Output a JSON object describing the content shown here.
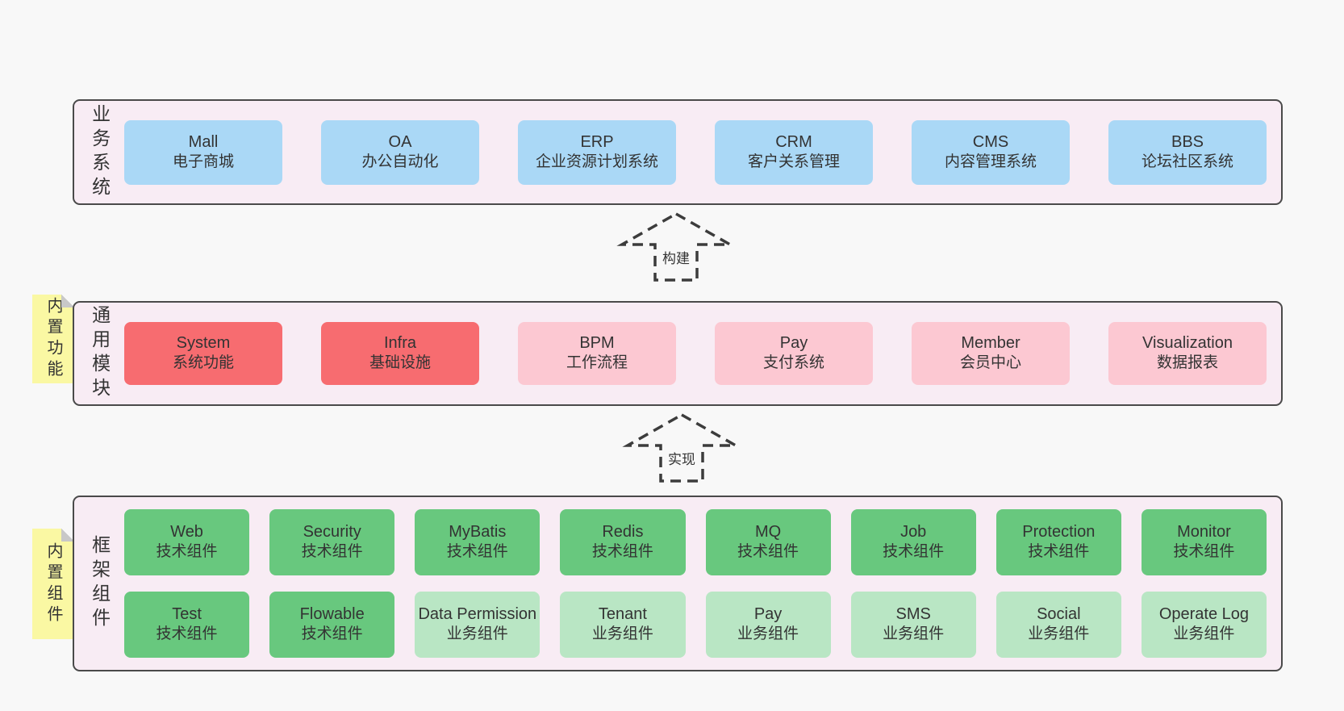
{
  "colors": {
    "page_bg": "#f8f8f8",
    "band_bg": "#f8ecf4",
    "band_border": "#4a4a4a",
    "arrow_stroke": "#3c3c3c",
    "sticky_bg": "#faf8a3",
    "sticky_fold": "#c8c8c8",
    "text": "#333333",
    "blue": "#aad8f6",
    "red": "#f76c70",
    "pink": "#fcc8d2",
    "green": "#68c87e",
    "green_light": "#b9e6c4"
  },
  "arrows": [
    {
      "label": "构建"
    },
    {
      "label": "实现"
    }
  ],
  "bands": [
    {
      "id": "business-systems",
      "label": "业务系统",
      "sticky": null,
      "rows": [
        [
          {
            "name": "Mall",
            "desc": "电子商城",
            "type": "blue"
          },
          {
            "name": "OA",
            "desc": "办公自动化",
            "type": "blue"
          },
          {
            "name": "ERP",
            "desc": "企业资源计划系统",
            "type": "blue"
          },
          {
            "name": "CRM",
            "desc": "客户关系管理",
            "type": "blue"
          },
          {
            "name": "CMS",
            "desc": "内容管理系统",
            "type": "blue"
          },
          {
            "name": "BBS",
            "desc": "论坛社区系统",
            "type": "blue"
          }
        ]
      ]
    },
    {
      "id": "common-modules",
      "label": "通用模块",
      "sticky": "内置功能",
      "rows": [
        [
          {
            "name": "System",
            "desc": "系统功能",
            "type": "red"
          },
          {
            "name": "Infra",
            "desc": "基础设施",
            "type": "red"
          },
          {
            "name": "BPM",
            "desc": "工作流程",
            "type": "pink"
          },
          {
            "name": "Pay",
            "desc": "支付系统",
            "type": "pink"
          },
          {
            "name": "Member",
            "desc": "会员中心",
            "type": "pink"
          },
          {
            "name": "Visualization",
            "desc": "数据报表",
            "type": "pink"
          }
        ]
      ]
    },
    {
      "id": "framework-components",
      "label": "框架组件",
      "sticky": "内置组件",
      "rows": [
        [
          {
            "name": "Web",
            "desc": "技术组件",
            "type": "green"
          },
          {
            "name": "Security",
            "desc": "技术组件",
            "type": "green"
          },
          {
            "name": "MyBatis",
            "desc": "技术组件",
            "type": "green"
          },
          {
            "name": "Redis",
            "desc": "技术组件",
            "type": "green"
          },
          {
            "name": "MQ",
            "desc": "技术组件",
            "type": "green"
          },
          {
            "name": "Job",
            "desc": "技术组件",
            "type": "green"
          },
          {
            "name": "Protection",
            "desc": "技术组件",
            "type": "green"
          },
          {
            "name": "Monitor",
            "desc": "技术组件",
            "type": "green"
          }
        ],
        [
          {
            "name": "Test",
            "desc": "技术组件",
            "type": "green"
          },
          {
            "name": "Flowable",
            "desc": "技术组件",
            "type": "green"
          },
          {
            "name": "Data Permission",
            "desc": "业务组件",
            "type": "green_light"
          },
          {
            "name": "Tenant",
            "desc": "业务组件",
            "type": "green_light"
          },
          {
            "name": "Pay",
            "desc": "业务组件",
            "type": "green_light"
          },
          {
            "name": "SMS",
            "desc": "业务组件",
            "type": "green_light"
          },
          {
            "name": "Social",
            "desc": "业务组件",
            "type": "green_light"
          },
          {
            "name": "Operate Log",
            "desc": "业务组件",
            "type": "green_light"
          }
        ]
      ]
    }
  ]
}
